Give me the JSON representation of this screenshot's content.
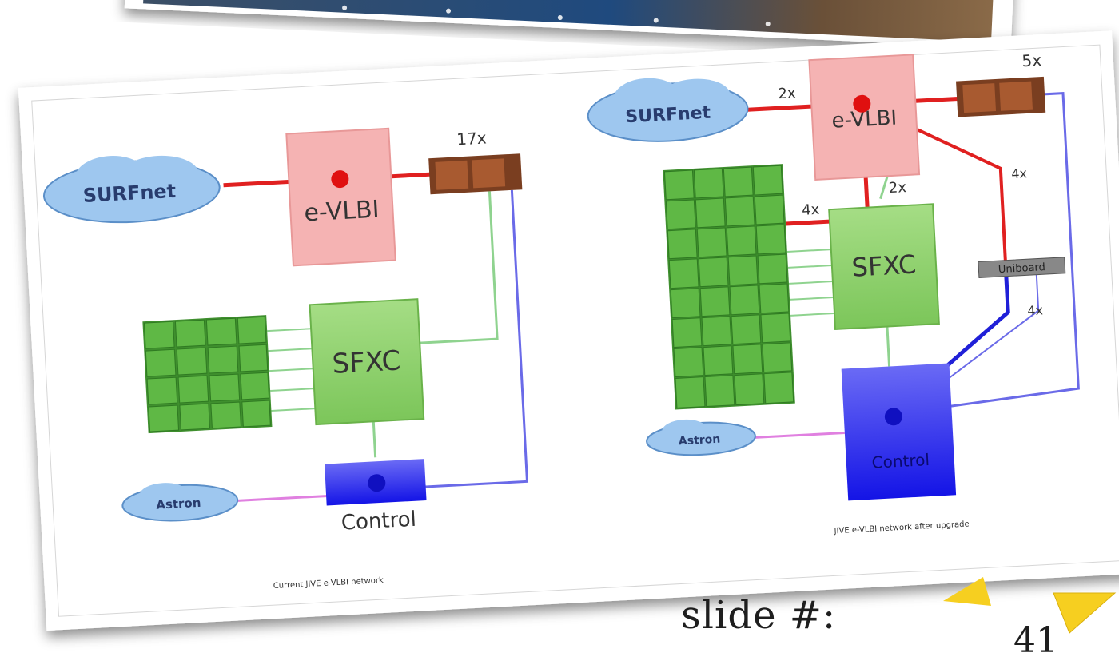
{
  "left_diagram": {
    "caption": "Current JIVE e-VLBI network",
    "surfnet": "SURFnet",
    "evlbi": "e-VLBI",
    "switch_count": "17x",
    "sfxc": "SFXC",
    "astron": "Astron",
    "control": "Control"
  },
  "right_diagram": {
    "caption": "JIVE e-VLBI network after upgrade",
    "surfnet": "SURFnet",
    "evlbi": "e-VLBI",
    "switch_count": "5x",
    "link_2x_top": "2x",
    "link_2x_mid": "2x",
    "link_4x_left": "4x",
    "link_4x_right_top": "4x",
    "link_4x_right_bottom": "4x",
    "uniboard": "Uniboard",
    "sfxc": "SFXC",
    "astron": "Astron",
    "control": "Control"
  },
  "footer": {
    "slide_label": "slide #:",
    "slide_number": "41"
  },
  "colors": {
    "evlbi_fill": "#f5b3b3",
    "sfxc_fill": "#8ed16a",
    "grid_cell": "#5fb845",
    "control_fill": "#2222ee",
    "cloud_fill": "#9ec7ef",
    "switch_fill": "#8b4a26",
    "red_link": "#e02020",
    "green_link": "#8fd38f",
    "blue_link": "#4a4ae0",
    "magenta_link": "#e080e0",
    "callout_yellow": "#f6cf20"
  }
}
